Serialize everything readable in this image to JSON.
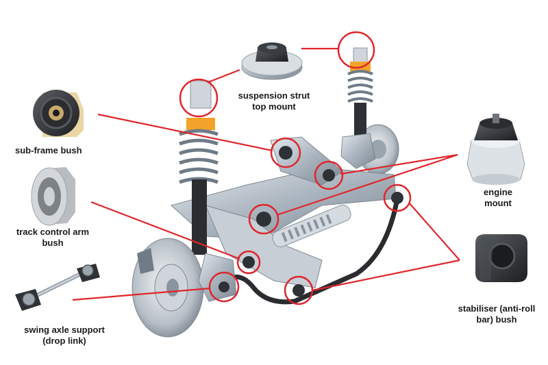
{
  "colors": {
    "callout_red": "#e0252b",
    "metal": "#b9c3cd",
    "metal_dark": "#6f7b86",
    "rubber": "#2f3236",
    "spring_orange": "#f3a329",
    "background": "#ffffff"
  },
  "labels": {
    "top_mount": {
      "line1": "suspension strut",
      "line2": "top mount"
    },
    "subframe_bush": {
      "line1": "sub-frame bush"
    },
    "track_control_arm_bush": {
      "line1": "track control arm",
      "line2": "bush"
    },
    "swing_axle_support": {
      "line1": "swing axle support",
      "line2": "(drop link)"
    },
    "engine_mount": {
      "line1": "engine",
      "line2": "mount"
    },
    "stabiliser_bush": {
      "line1": "stabiliser (anti-roll",
      "line2": "bar) bush"
    }
  }
}
